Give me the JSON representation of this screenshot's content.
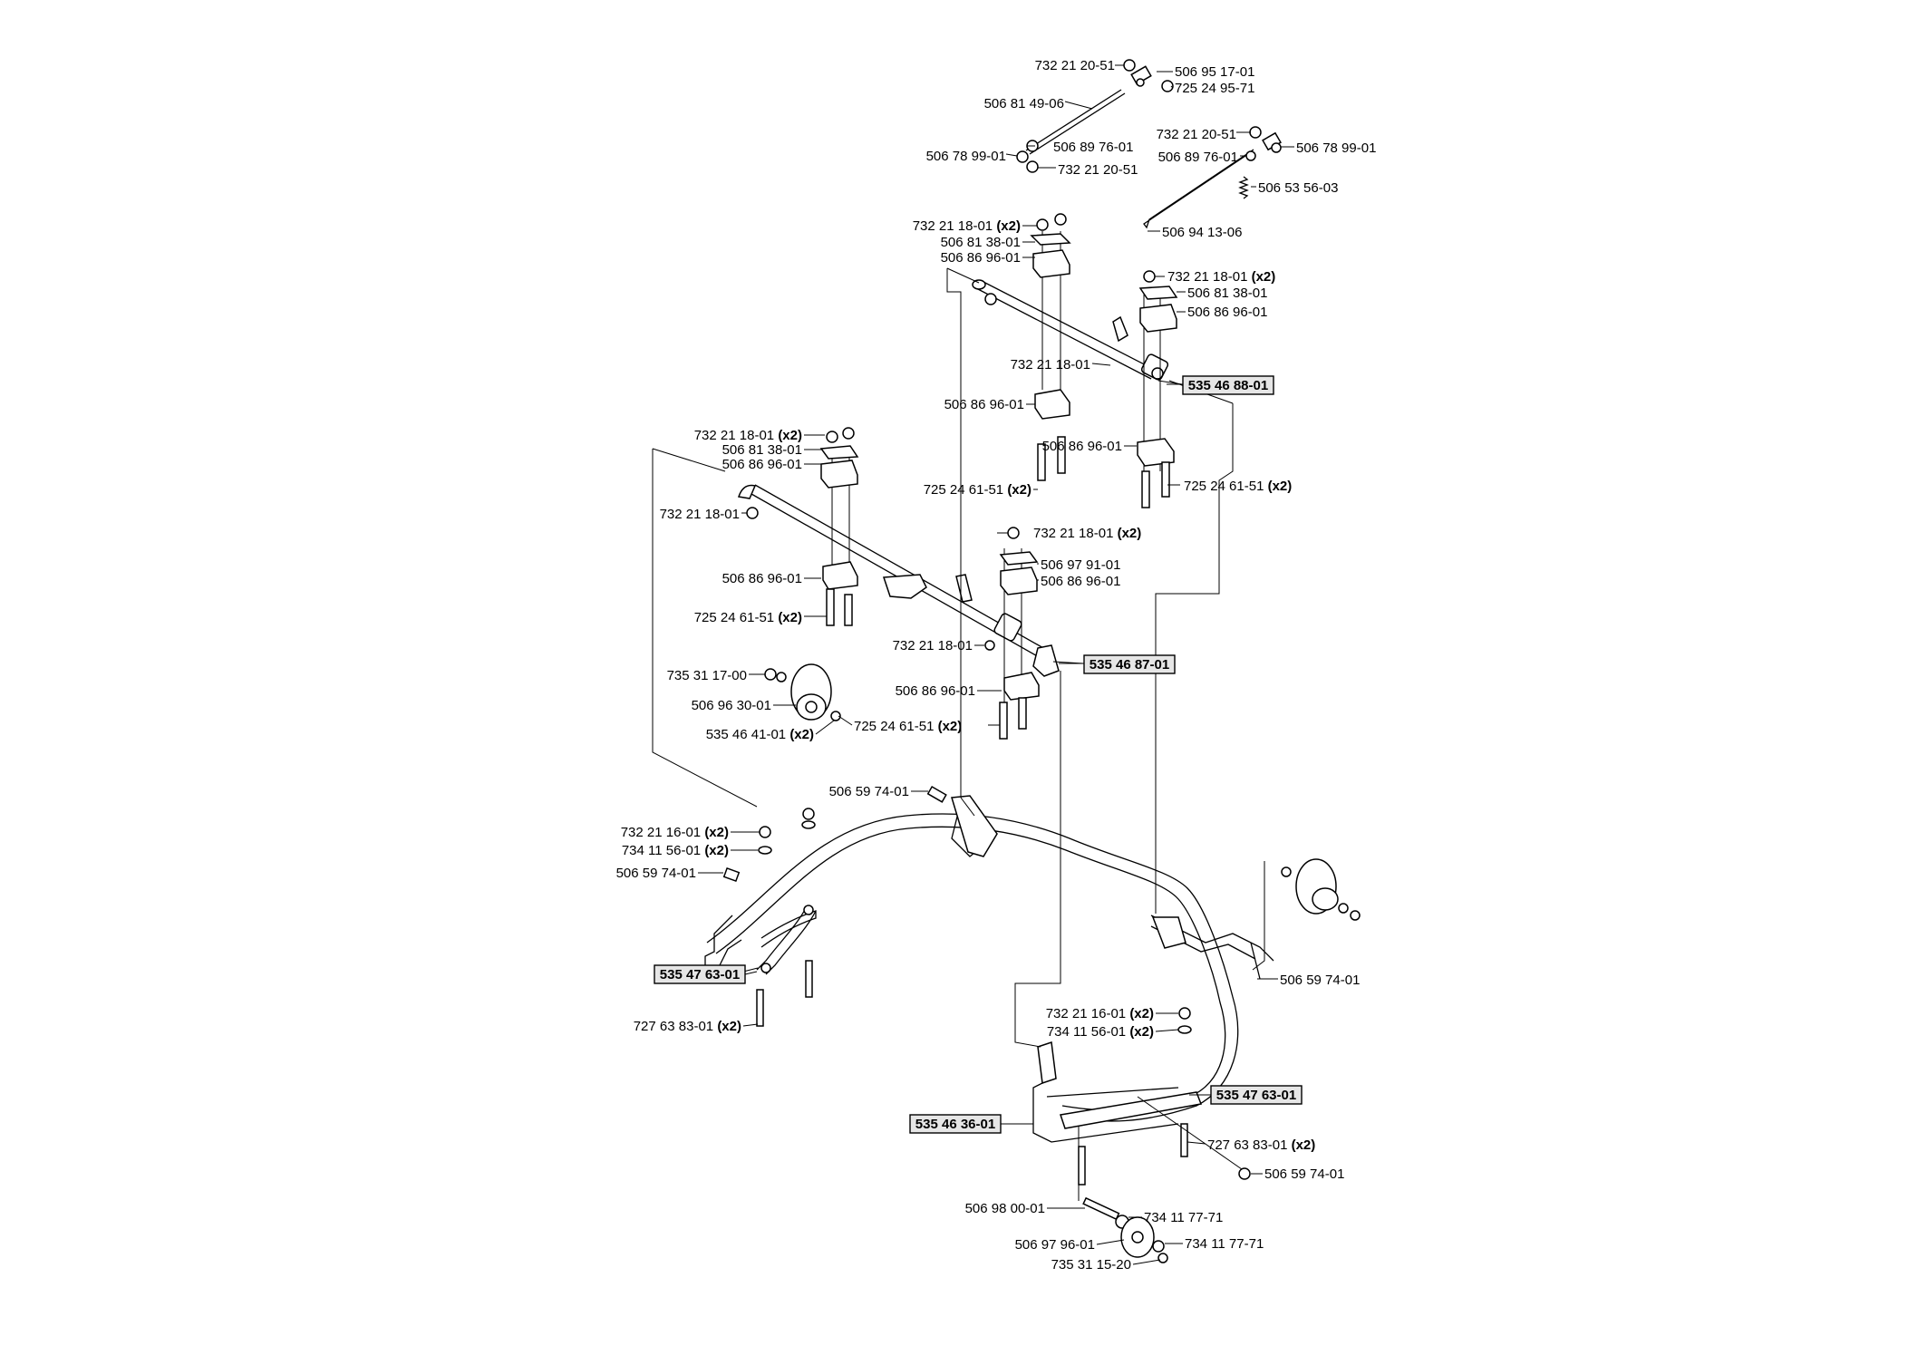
{
  "labels": {
    "l1": "732 21 20-51",
    "l2": "506 95 17-01",
    "l3": "725 24 95-71",
    "l4": "506 81 49-06",
    "l5": "506 89 76-01",
    "l6": "506 78 99-01",
    "l7": "732 21 20-51",
    "l8": "732 21 20-51",
    "l9": "506 78 99-01",
    "l10": "506 89 76-01",
    "l11": "506 53 56-03",
    "l12": "506 94 13-06",
    "l13": "732 21 18-01",
    "l14": "506 81 38-01",
    "l15": "506 86 96-01",
    "l16": "732 21 18-01",
    "l17": "506 81 38-01",
    "l18": "506 86 96-01",
    "l19": "732 21 18-01",
    "l20": "506 86 96-01",
    "l21": "506 86 96-01",
    "l22": "725 24 61-51",
    "l23": "725 24 61-51",
    "l24": "732 21 18-01",
    "l25": "506 81 38-01",
    "l26": "506 86 96-01",
    "l27": "732 21 18-01",
    "l28": "506 86 96-01",
    "l29": "725 24 61-51",
    "l30": "732 21 18-01",
    "l31": "506 97 91-01",
    "l32": "506 86 96-01",
    "l33": "732 21 18-01",
    "l34": "506 86 96-01",
    "l35": "735 31 17-00",
    "l36": "506 96 30-01",
    "l37": "535 46 41-01",
    "l38": "725 24 61-51",
    "l39": "506 59 74-01",
    "l40": "732 21 16-01",
    "l41": "734 11 56-01",
    "l42": "506 59 74-01",
    "l43": "727 63 83-01",
    "l44": "506 59 74-01",
    "l45": "732 21 16-01",
    "l46": "734 11 56-01",
    "l47": "727 63 83-01",
    "l48": "506 59 74-01",
    "l49": "506 98 00-01",
    "l50": "734 11 77-71",
    "l51": "506 97 96-01",
    "l52": "734 11 77-71",
    "l53": "735 31 15-20"
  },
  "qty": "(x2)",
  "boxed": {
    "b1": "535 46 88-01",
    "b2": "535 46 87-01",
    "b3": "535 47 63-01",
    "b4": "535 47 63-01",
    "b5": "535 46 36-01"
  }
}
